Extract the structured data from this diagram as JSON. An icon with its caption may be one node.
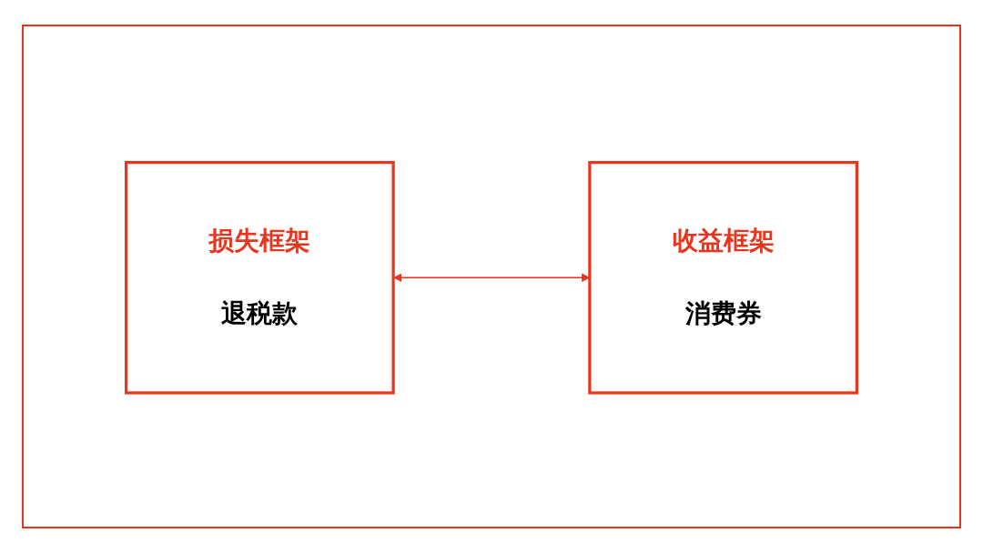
{
  "diagram": {
    "nodes": [
      {
        "text": [
          "损失框架",
          "退税款"
        ]
      },
      {
        "text": [
          "收益框架",
          "消费券"
        ]
      }
    ],
    "edges": [
      {
        "from": 0,
        "to": 1,
        "arrow": "both"
      }
    ]
  }
}
